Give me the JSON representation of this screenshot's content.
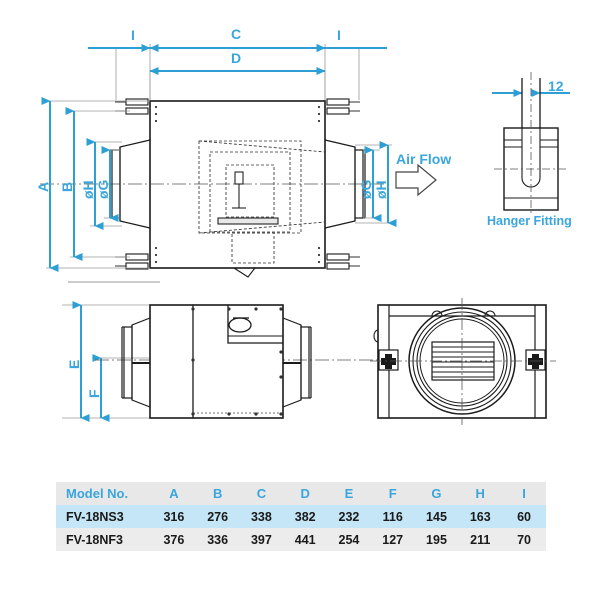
{
  "drawing": {
    "title_labels": {
      "air_flow": "Air Flow",
      "hanger_fitting": "Hanger Fitting"
    },
    "dimension_labels": {
      "top_left_i": "I",
      "top_c": "C",
      "top_right_i": "I",
      "top_d": "D",
      "left_a": "A",
      "left_b": "B",
      "left_dia_h": "øH",
      "left_dia_g": "øG",
      "right_dia_g": "øG",
      "right_dia_h": "øH",
      "plan_e": "E",
      "plan_f": "F",
      "hanger_width": "12"
    },
    "colors": {
      "dimension_blue": "#2e9fd4",
      "label_blue": "#3aa6dd",
      "outline_black": "#1a1a1a",
      "thin_gray": "#8a8a8a",
      "table_header_bg": "#e8e8e8",
      "table_row1_bg": "#c4e6f7",
      "table_row2_bg": "#ececec"
    }
  },
  "table": {
    "columns": [
      "Model No.",
      "A",
      "B",
      "C",
      "D",
      "E",
      "F",
      "G",
      "H",
      "I"
    ],
    "rows": [
      {
        "model": "FV-18NS3",
        "values": [
          "316",
          "276",
          "338",
          "382",
          "232",
          "116",
          "145",
          "163",
          "60"
        ]
      },
      {
        "model": "FV-18NF3",
        "values": [
          "376",
          "336",
          "397",
          "441",
          "254",
          "127",
          "195",
          "211",
          "70"
        ]
      }
    ]
  }
}
